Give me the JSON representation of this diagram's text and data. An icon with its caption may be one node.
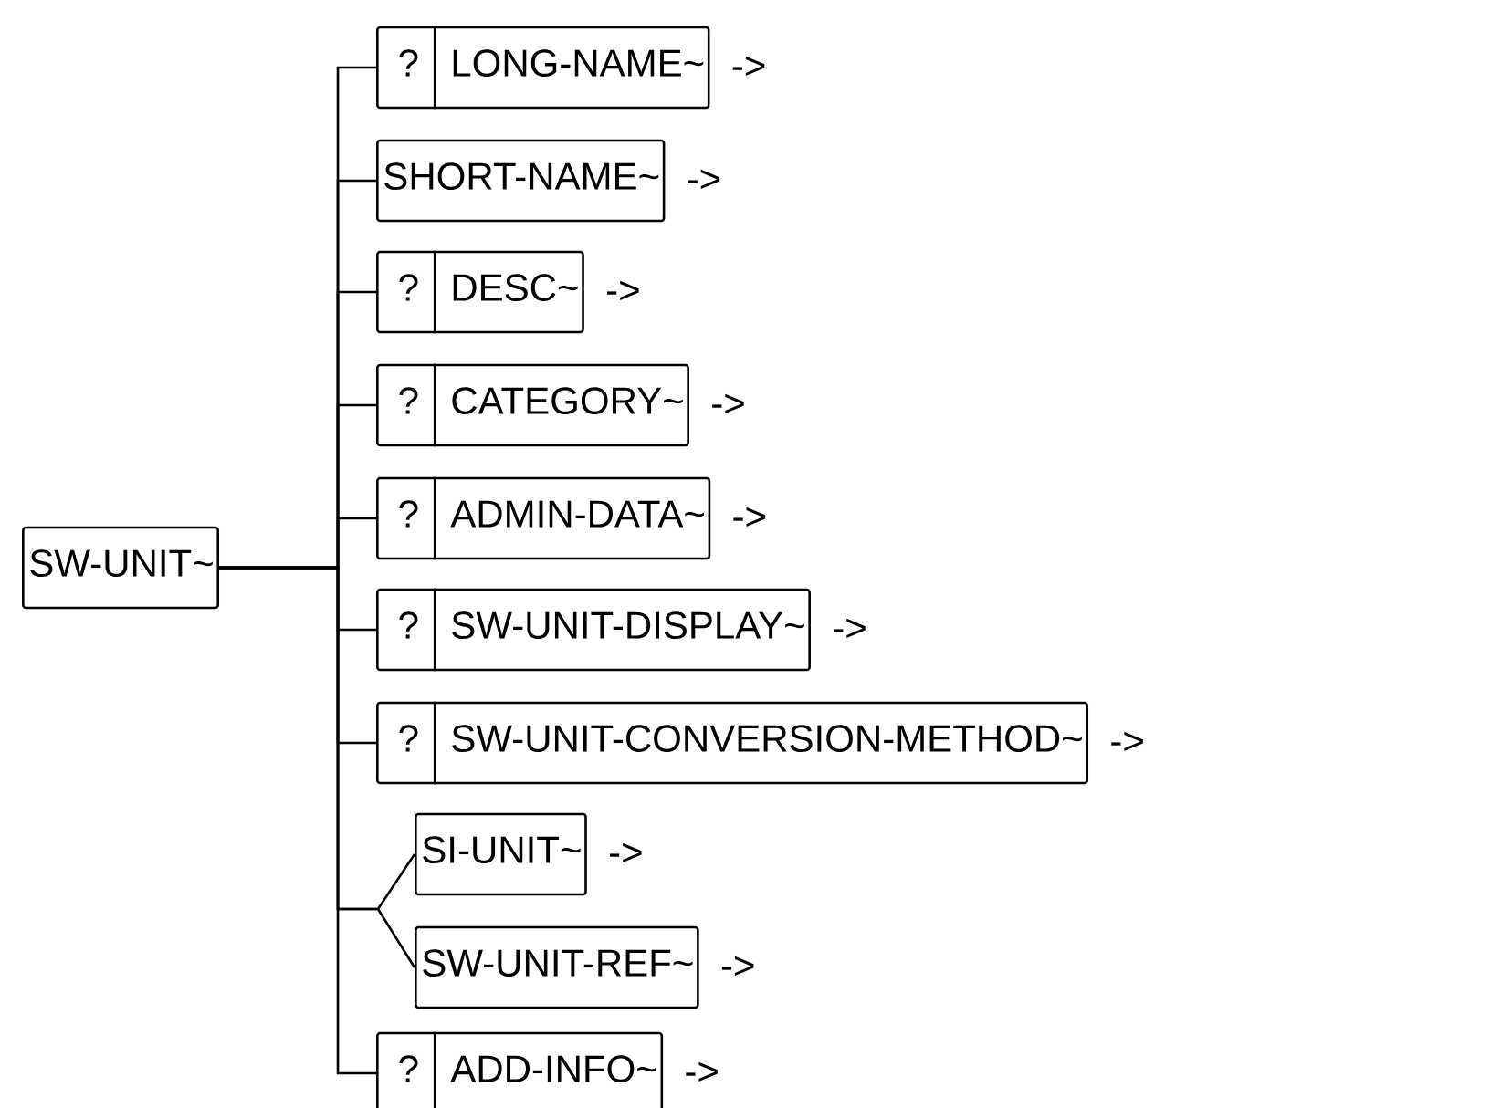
{
  "diagram": {
    "nodes": [
      {
        "text": [
          "SW-UNIT~"
        ]
      },
      {
        "text": [
          "?",
          "LONG-NAME~"
        ],
        "beside": [
          "->"
        ]
      },
      {
        "text": [
          "SHORT-NAME~"
        ],
        "beside": [
          "->"
        ]
      },
      {
        "text": [
          "?",
          "DESC~"
        ],
        "beside": [
          "->"
        ]
      },
      {
        "text": [
          "?",
          "CATEGORY~"
        ],
        "beside": [
          "->"
        ]
      },
      {
        "text": [
          "?",
          "ADMIN-DATA~"
        ],
        "beside": [
          "->"
        ]
      },
      {
        "text": [
          "?",
          "SW-UNIT-DISPLAY~"
        ],
        "beside": [
          "->"
        ]
      },
      {
        "text": [
          "?",
          "SW-UNIT-CONVERSION-METHOD~"
        ],
        "beside": [
          "->"
        ]
      },
      {
        "text": [
          "SI-UNIT~"
        ],
        "beside": [
          "->"
        ]
      },
      {
        "text": [
          "SW-UNIT-REF~"
        ],
        "beside": [
          "->"
        ]
      },
      {
        "text": [
          "?",
          "ADD-INFO~"
        ],
        "beside": [
          "->"
        ]
      }
    ],
    "edges": [
      {
        "from": 0,
        "to": 1,
        "arrow": "none"
      },
      {
        "from": 0,
        "to": 2,
        "arrow": "none"
      },
      {
        "from": 0,
        "to": 3,
        "arrow": "none"
      },
      {
        "from": 0,
        "to": 4,
        "arrow": "none"
      },
      {
        "from": 0,
        "to": 5,
        "arrow": "none"
      },
      {
        "from": 0,
        "to": 6,
        "arrow": "none"
      },
      {
        "from": 0,
        "to": 7,
        "arrow": "none"
      },
      {
        "from": 0,
        "to": 8,
        "arrow": "none"
      },
      {
        "from": 0,
        "to": 9,
        "arrow": "none"
      },
      {
        "from": 0,
        "to": 10,
        "arrow": "none"
      }
    ]
  }
}
